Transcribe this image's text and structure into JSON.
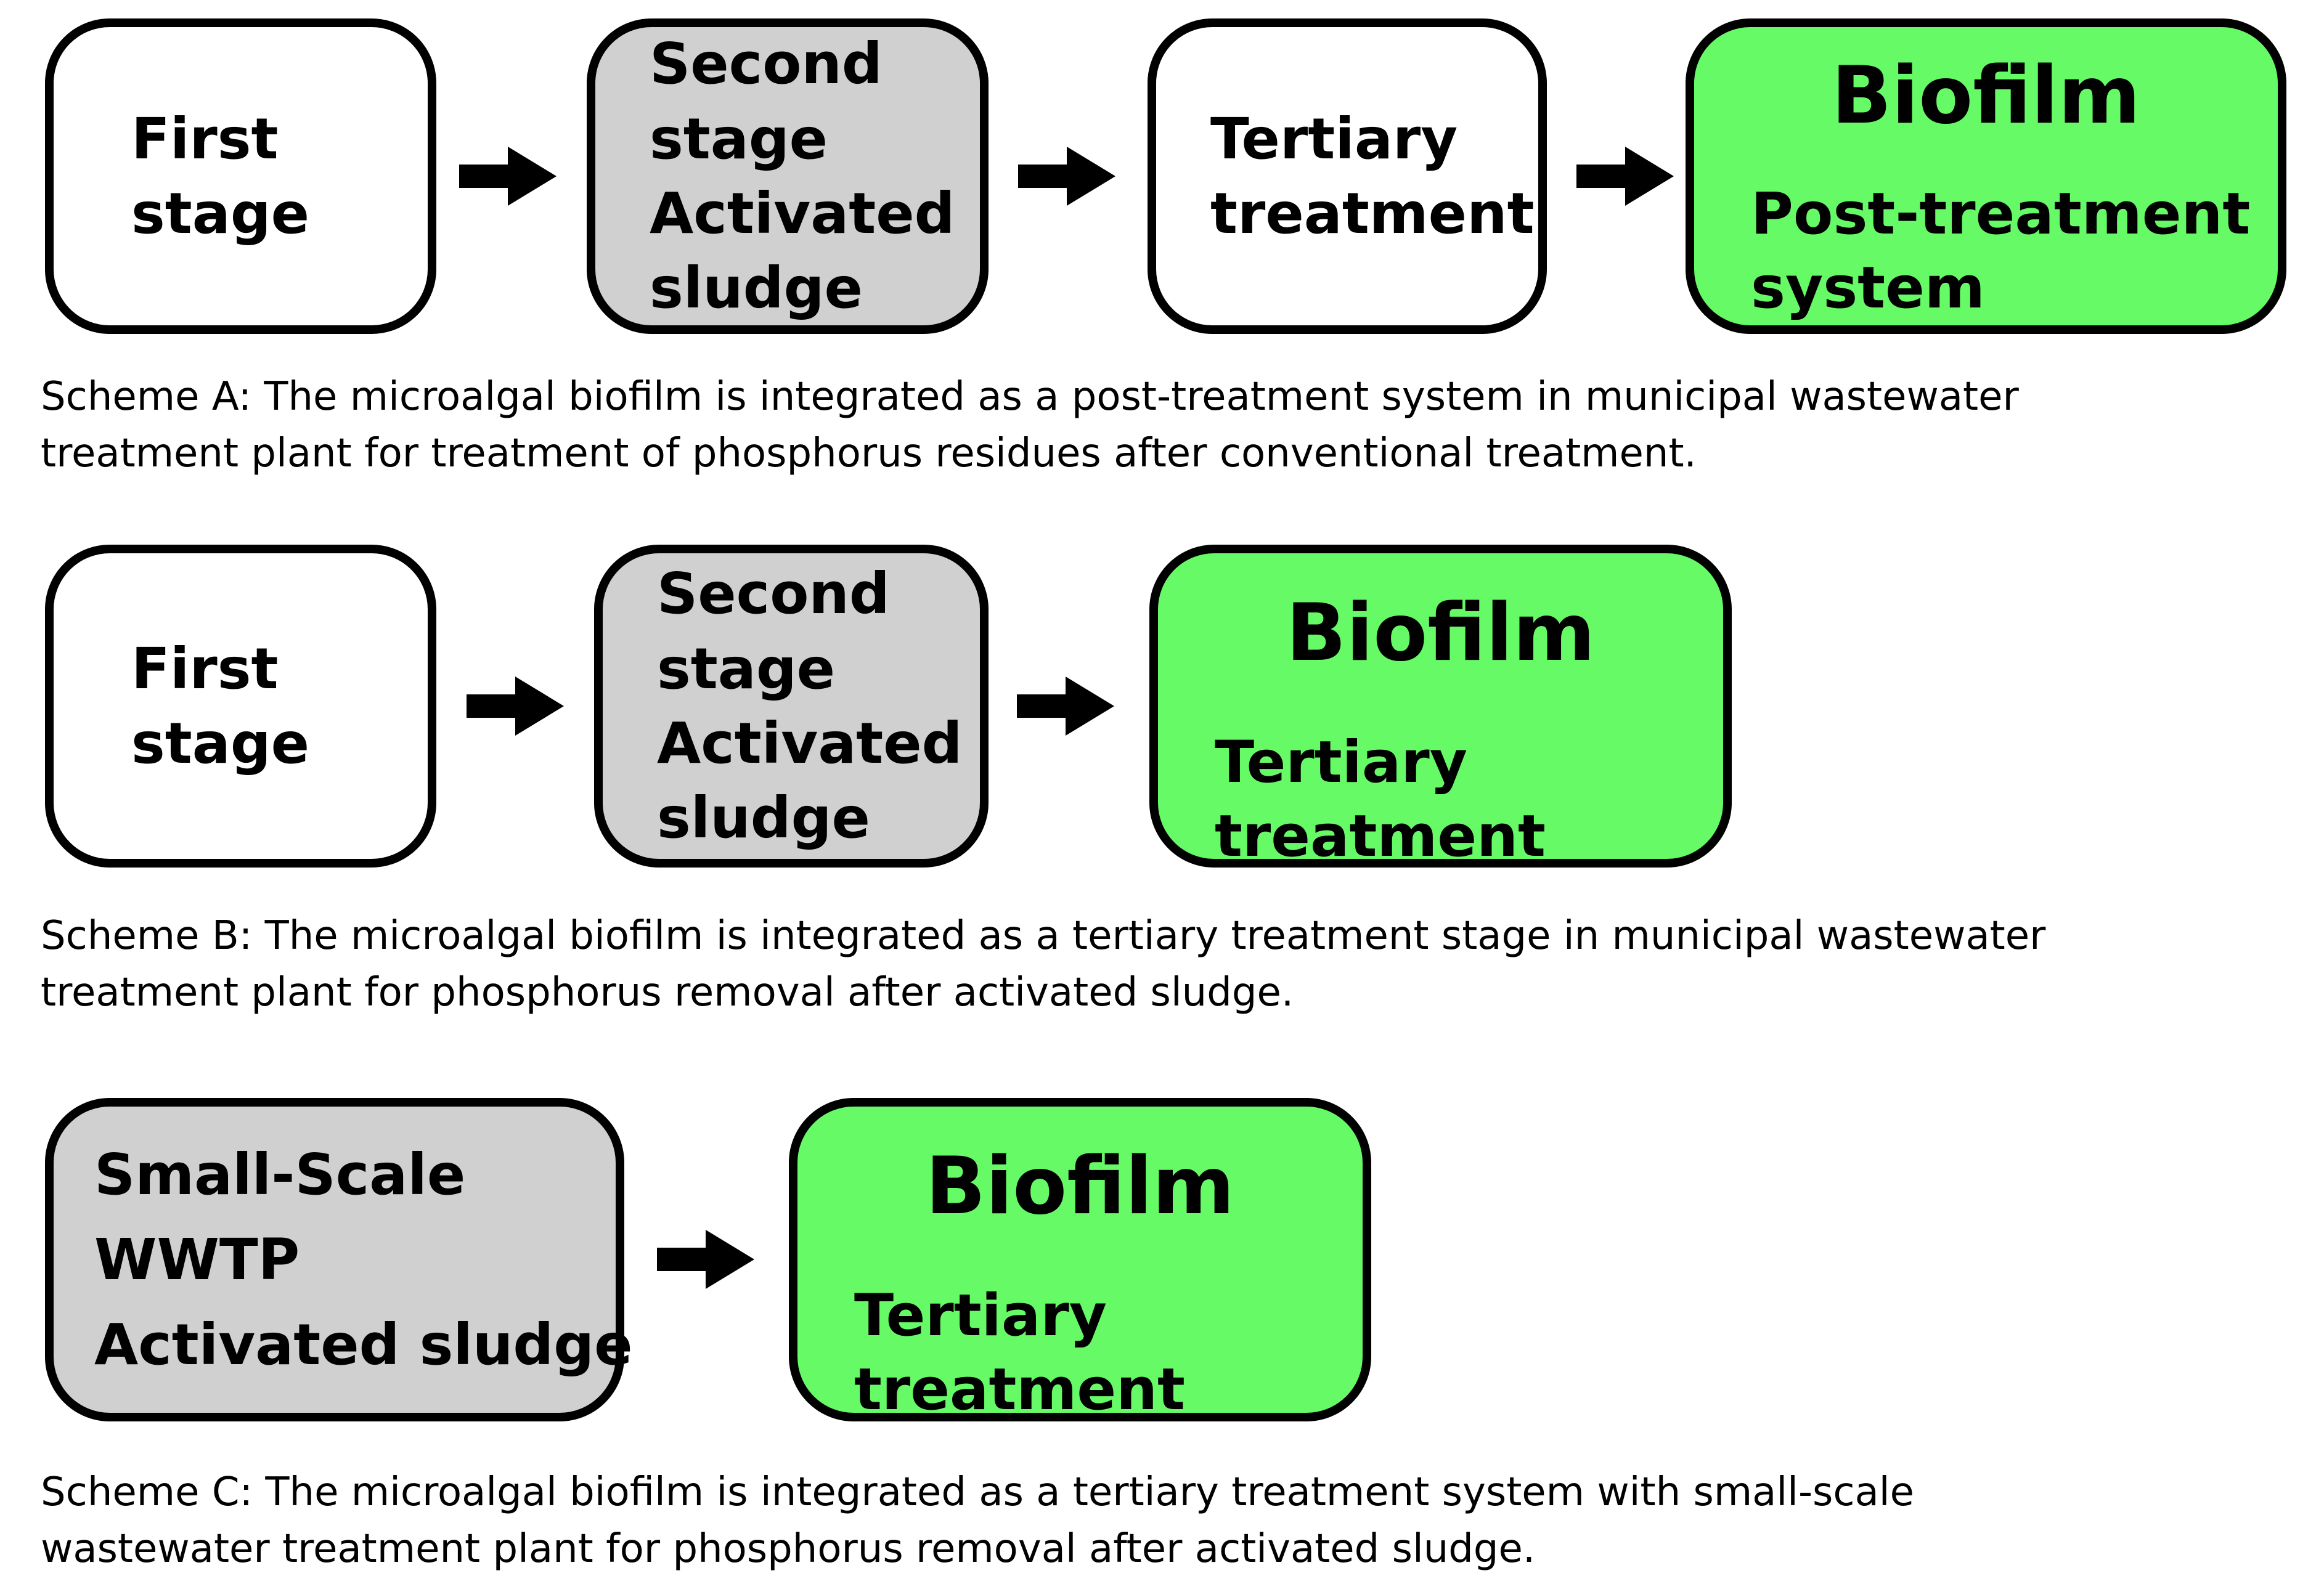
{
  "colors": {
    "background": "#ffffff",
    "white": "#ffffff",
    "gray": "#d0d0d0",
    "green": "#66fa66",
    "border": "#000000",
    "text": "#000000",
    "arrow": "#000000"
  },
  "schemes": [
    {
      "id": "A",
      "boxes": [
        {
          "fill": "white",
          "lines": [
            "First",
            "stage"
          ]
        },
        {
          "fill": "gray",
          "lines": [
            "Second",
            "stage",
            "Activated",
            "sludge"
          ]
        },
        {
          "fill": "white",
          "lines": [
            "Tertiary",
            "treatment"
          ]
        },
        {
          "fill": "green",
          "title": "Biofilm",
          "sub": [
            "Post-treatment",
            "system"
          ]
        }
      ],
      "caption_line1": "Scheme A: The microalgal biofilm is integrated as a post-treatment system in municipal wastewater",
      "caption_line2": "treatment plant for treatment of phosphorus residues after conventional treatment."
    },
    {
      "id": "B",
      "boxes": [
        {
          "fill": "white",
          "lines": [
            "First",
            "stage"
          ]
        },
        {
          "fill": "gray",
          "lines": [
            "Second",
            "stage",
            "Activated",
            "sludge"
          ]
        },
        {
          "fill": "green",
          "title": "Biofilm",
          "sub": [
            "Tertiary",
            "treatment"
          ]
        }
      ],
      "caption_line1": "Scheme B: The microalgal biofilm is integrated as a tertiary treatment stage in municipal wastewater",
      "caption_line2": "treatment plant for phosphorus removal after activated sludge."
    },
    {
      "id": "C",
      "boxes": [
        {
          "fill": "gray",
          "lines": [
            "Small-Scale",
            "WWTP",
            "Activated sludge"
          ]
        },
        {
          "fill": "green",
          "title": "Biofilm",
          "sub": [
            "Tertiary",
            "treatment"
          ]
        }
      ],
      "caption_line1": "Scheme C: The microalgal biofilm is integrated as a tertiary treatment system with small-scale",
      "caption_line2": "wastewater treatment plant for phosphorus removal after activated sludge."
    }
  ]
}
